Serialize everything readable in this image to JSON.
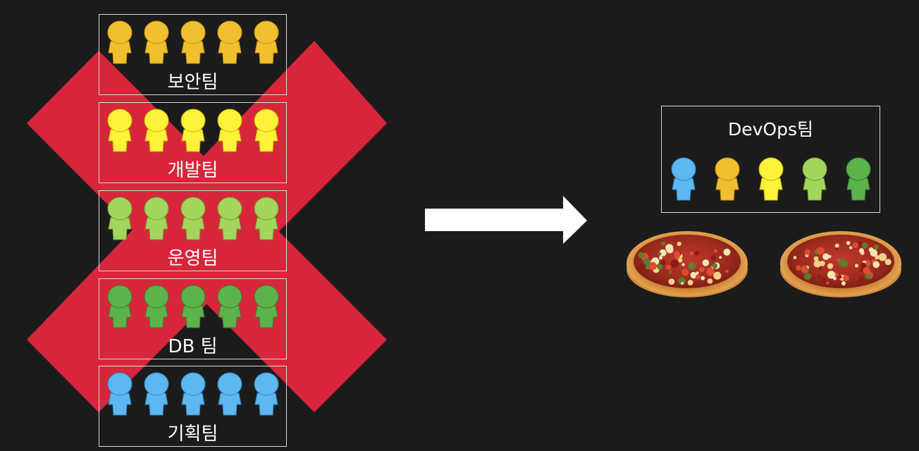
{
  "teams": [
    {
      "label": "보안팀",
      "color": "#f0c030",
      "stroke": "#c8960a"
    },
    {
      "label": "개발팀",
      "color": "#fff23a",
      "stroke": "#c7b800"
    },
    {
      "label": "운영팀",
      "color": "#a4d65e",
      "stroke": "#6fa035"
    },
    {
      "label": "DB  팀",
      "color": "#5cb34c",
      "stroke": "#3a7d2e"
    },
    {
      "label": "기획팀",
      "color": "#5eb8f0",
      "stroke": "#2f86c0"
    }
  ],
  "devops": {
    "title": "DevOps팀",
    "member_colors": [
      "#5eb8f0",
      "#f0c030",
      "#fff23a",
      "#a4d65e",
      "#5cb34c"
    ]
  },
  "colors": {
    "background": "#1b1b1c",
    "cross": "#d7263b",
    "arrow": "#ffffff",
    "border": "#d9d9d9"
  },
  "icons": {
    "person": "person-icon",
    "cross": "x-mark-icon",
    "arrow": "right-arrow-icon",
    "pizza": "pizza-icon"
  },
  "pizza_count": 2
}
